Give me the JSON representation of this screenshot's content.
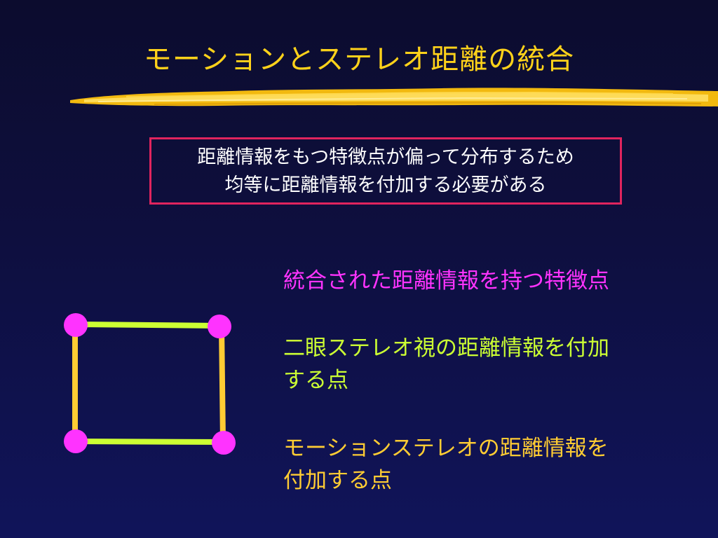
{
  "title": "モーションとステレオ距離の統合",
  "note": {
    "line1": "距離情報をもつ特徴点が偏って分布するため",
    "line2": "均等に距離情報を付加する必要がある"
  },
  "legend": {
    "merged": {
      "line1": "統合された距離情報を持つ特徴点",
      "color": "#ff33ff"
    },
    "stereo": {
      "line1": "二眼ステレオ視の距離情報を付加",
      "line2": "する点",
      "color": "#ccff33"
    },
    "motion": {
      "line1": "モーションステレオの距離情報を",
      "line2": "付加する点",
      "color": "#ffcc33"
    }
  },
  "colors": {
    "title": "#ffd21a",
    "note_border": "#e0245e",
    "point": "#ff33ff",
    "stereo_edge": "#ccff33",
    "motion_edge": "#ffcc33"
  }
}
